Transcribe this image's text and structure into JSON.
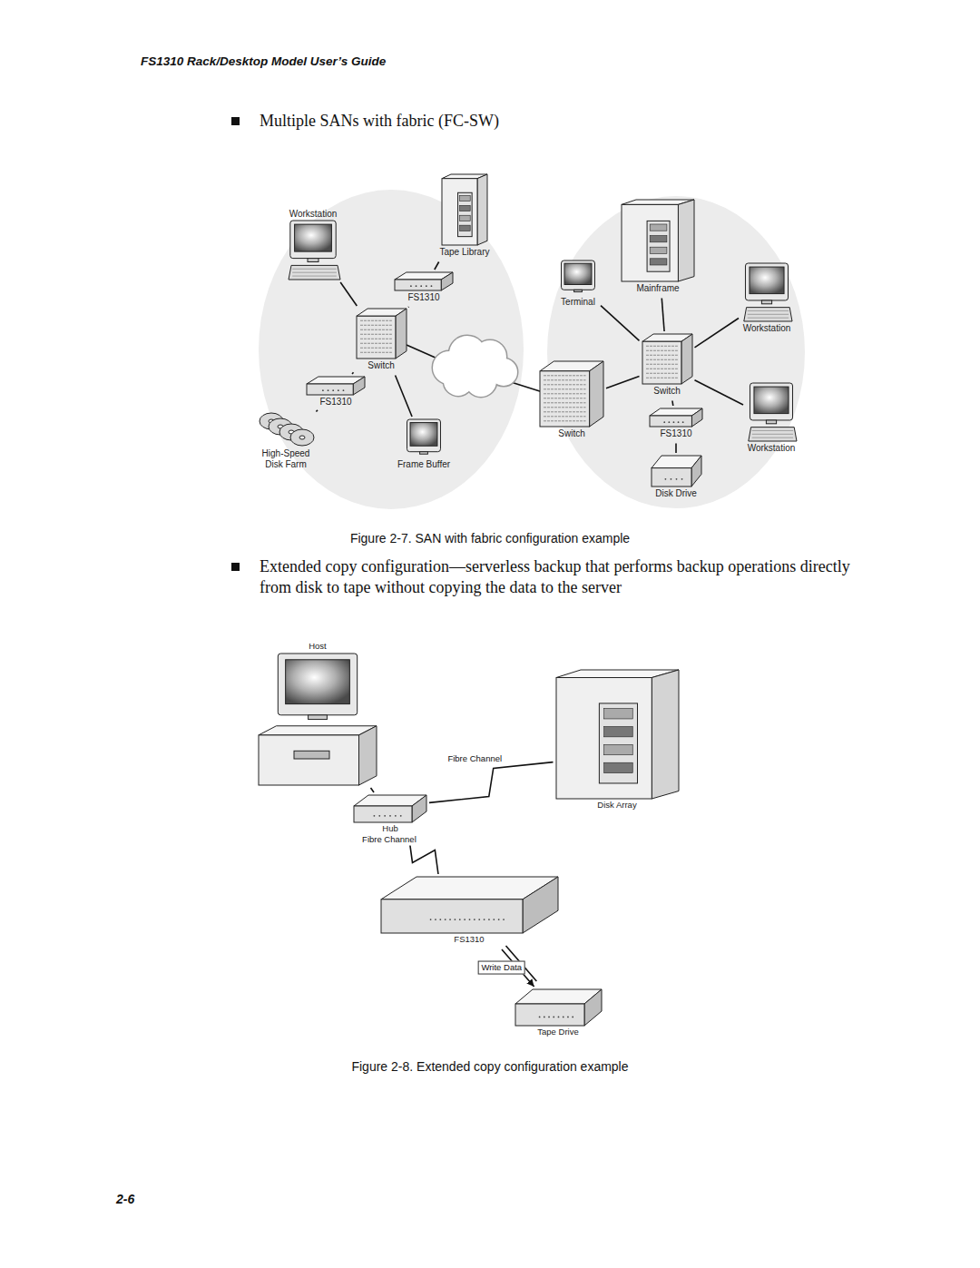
{
  "diagram": {
    "title": "FS1310 Rack/Desktop Model User’s Guide",
    "nodes": [
      {
        "text": [
          "Workstation"
        ]
      },
      {
        "text": [
          "Tape Library"
        ]
      },
      {
        "text": [
          "FS1310"
        ]
      },
      {
        "text": [
          "Switch"
        ]
      },
      {
        "text": [
          "FS1310"
        ]
      },
      {
        "text": [
          "High-Speed Disk Farm"
        ]
      },
      {
        "text": [
          "Frame Buffer"
        ]
      },
      {
        "text": [
          "Terminal"
        ]
      },
      {
        "text": [
          "Mainframe"
        ]
      },
      {
        "text": [
          "Workstation"
        ]
      },
      {
        "text": [
          "Switch"
        ]
      },
      {
        "text": [
          "Switch"
        ]
      },
      {
        "text": [
          "FS1310"
        ]
      },
      {
        "text": [
          "Workstation"
        ]
      },
      {
        "text": [
          "Disk Drive"
        ]
      },
      {
        "text": [
          "Host"
        ]
      },
      {
        "text": [
          "Disk Array"
        ]
      },
      {
        "text": [
          "Hub"
        ]
      },
      {
        "text": [
          "FS1310"
        ]
      },
      {
        "text": [
          "Tape Drive"
        ]
      }
    ],
    "edges": [
      {
        "from": 0,
        "to": 3,
        "arrow": "none"
      },
      {
        "from": 1,
        "to": 2,
        "arrow": "none"
      },
      {
        "from": 2,
        "to": 3,
        "arrow": "none"
      },
      {
        "from": 3,
        "to": 4,
        "arrow": "none"
      },
      {
        "from": 4,
        "to": 5,
        "arrow": "none"
      },
      {
        "from": 3,
        "to": 6,
        "arrow": "none"
      },
      {
        "from": 7,
        "to": 10,
        "arrow": "none"
      },
      {
        "from": 8,
        "to": 10,
        "arrow": "none"
      },
      {
        "from": 9,
        "to": 10,
        "arrow": "none"
      },
      {
        "from": 11,
        "to": 10,
        "arrow": "none"
      },
      {
        "from": 10,
        "to": 12,
        "arrow": "none"
      },
      {
        "from": 10,
        "to": 13,
        "arrow": "none"
      },
      {
        "from": 12,
        "to": 14,
        "arrow": "none"
      },
      {
        "from": 15,
        "to": 17,
        "arrow": "none"
      },
      {
        "from": 17,
        "to": 16,
        "label": "Fibre Channel",
        "arrow": "none"
      },
      {
        "from": 17,
        "to": 18,
        "label": "Fibre Channel",
        "arrow": "none"
      },
      {
        "from": 18,
        "to": 19,
        "label": "Write Data",
        "arrow": "to"
      }
    ],
    "labels": [
      "Multiple SANs with fabric (FC-SW)",
      "Figure 2-7. SAN with fabric configuration example",
      "Extended copy configuration—serverless backup that performs backup operations directly from disk to tape without copying the data to the server",
      "Figure 2-8. Extended copy configuration example",
      "2-6"
    ]
  }
}
